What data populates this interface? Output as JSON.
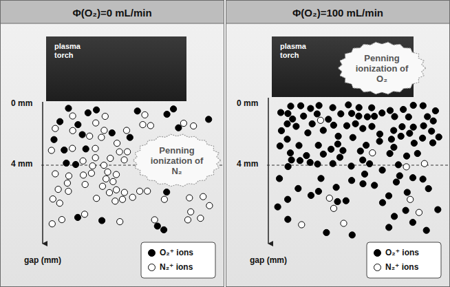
{
  "diagram": {
    "nodes": [
      {
        "text": [
          "Φ(O₂)=0 mL/min"
        ]
      },
      {
        "text": [
          "plasma torch"
        ],
        "in": 0
      },
      {
        "text": [
          "Penning ionization of N₂"
        ],
        "in": 0
      },
      {
        "text": [
          "Φ(O₂)=100 mL/min"
        ]
      },
      {
        "text": [
          "plasma torch"
        ],
        "in": 3
      },
      {
        "text": [
          "Penning ionization of O₂"
        ],
        "in": 3
      }
    ],
    "labels": [
      "0 mm",
      "4 mm",
      "gap (mm)",
      "0 mm",
      "4 mm",
      "gap (mm)"
    ],
    "legend": [
      {
        "text": "O₂⁺ ions",
        "color": "#000000"
      },
      {
        "text": "N₂⁺ ions",
        "color": "#ffffff"
      },
      {
        "text": "O₂⁺ ions",
        "color": "#000000"
      },
      {
        "text": "N₂⁺ ions",
        "color": "#ffffff"
      }
    ]
  }
}
